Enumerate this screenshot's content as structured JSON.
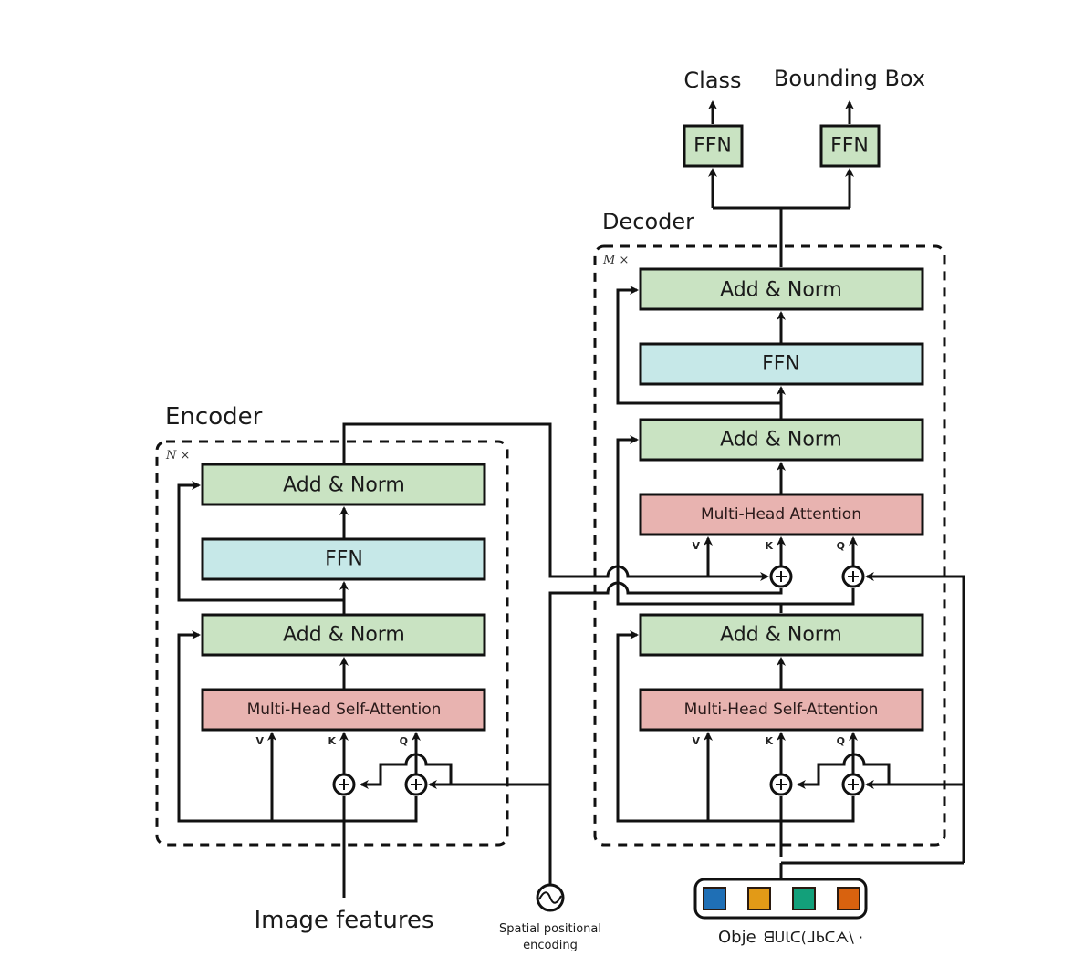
{
  "outputs": {
    "class_label": "Class",
    "bbox_label": "Bounding Box",
    "class_ffn": "FFN",
    "bbox_ffn": "FFN"
  },
  "encoder": {
    "title": "Encoder",
    "repeat": "N ×",
    "add_norm_top": "Add & Norm",
    "ffn": "FFN",
    "add_norm_bottom": "Add & Norm",
    "attention": "Multi-Head  Self-Attention",
    "v": "V",
    "k": "K",
    "q": "Q"
  },
  "decoder": {
    "title": "Decoder",
    "repeat": "M ×",
    "add_norm_top": "Add & Norm",
    "ffn": "FFN",
    "add_norm_mid": "Add & Norm",
    "cross_attention": "Multi-Head  Attention",
    "ca_v": "V",
    "ca_k": "K",
    "ca_q": "Q",
    "add_norm_bottom": "Add & Norm",
    "self_attention": "Multi-Head  Self-Attention",
    "sa_v": "V",
    "sa_k": "K",
    "sa_q": "Q"
  },
  "inputs": {
    "image_features": "Image features",
    "pos_encoding_line1": "Spatial  positional",
    "pos_encoding_line2": "encoding",
    "object_queries_label": "Obje",
    "object_queries_garbled": "ᗺᑌƖᑕ(ᒧᑲᑕᗅ\\ ·",
    "query_colors": [
      "#1f6fb5",
      "#e29a17",
      "#13a07a",
      "#d8620f"
    ]
  }
}
